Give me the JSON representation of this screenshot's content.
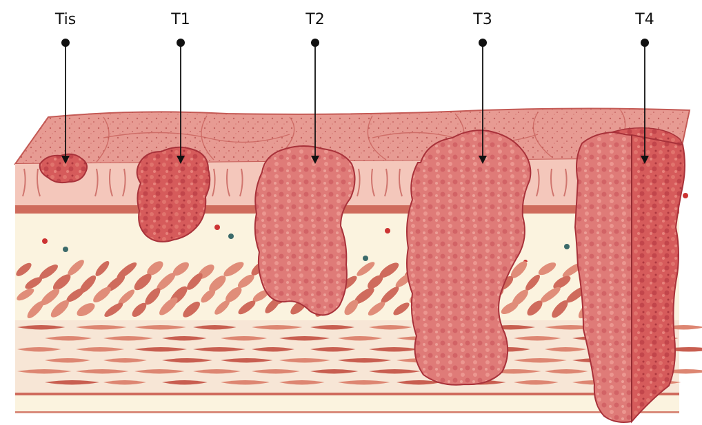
{
  "diagram": {
    "stages": [
      {
        "id": "tis",
        "label": "Tis"
      },
      {
        "id": "t1",
        "label": "T1"
      },
      {
        "id": "t2",
        "label": "T2"
      },
      {
        "id": "t3",
        "label": "T3"
      },
      {
        "id": "t4",
        "label": "T4"
      }
    ],
    "colors": {
      "background": "#ffffff",
      "mucosa": "#e79b93",
      "mucosa_dark": "#c45a55",
      "submucosa": "#fbf3df",
      "muscle": "#cf6b5c",
      "muscle_light": "#e8a08e",
      "tumor": "#d45656",
      "tumor_dark": "#a8323a",
      "line": "#111111"
    }
  }
}
